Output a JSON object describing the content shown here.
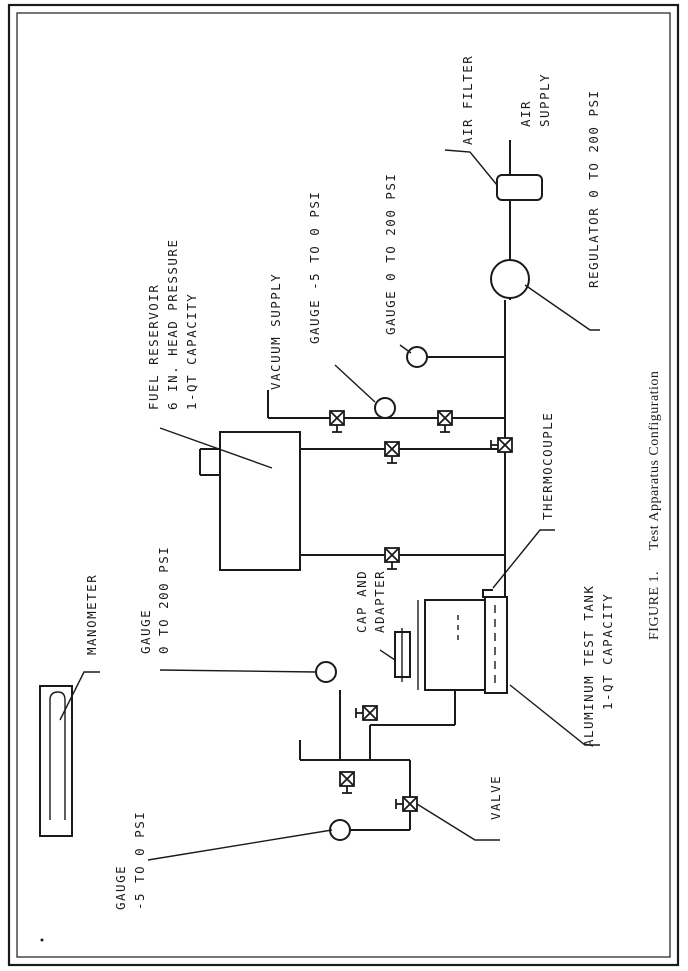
{
  "figure": {
    "number": "FIGURE 1.",
    "title": "Test Apparatus Configuration"
  },
  "labels": {
    "air_filter": "AIR FILTER",
    "air_supply": [
      "AIR",
      "SUPPLY"
    ],
    "regulator": "REGULATOR 0 TO 200 PSI",
    "gauge_vac": "GAUGE -5 TO 0 PSI",
    "gauge_pos": "GAUGE 0 TO 200 PSI",
    "vacuum_supply": "VACUUM SUPPLY",
    "fuel_reservoir": [
      "FUEL RESERVOIR",
      "6 IN. HEAD PRESSURE",
      "1-QT CAPACITY"
    ],
    "thermocouple": "THERMOCOUPLE",
    "tank": [
      "ALUMINUM TEST TANK",
      "1-QT CAPACITY"
    ],
    "cap_adapter": [
      "CAP AND",
      "ADAPTER"
    ],
    "manometer": "MANOMETER",
    "gauge_0_200": [
      "GAUGE",
      "0 TO 200 PSI"
    ],
    "gauge_neg5_0": [
      "GAUGE",
      "-5 TO 0 PSI"
    ],
    "valve": "VALVE"
  }
}
